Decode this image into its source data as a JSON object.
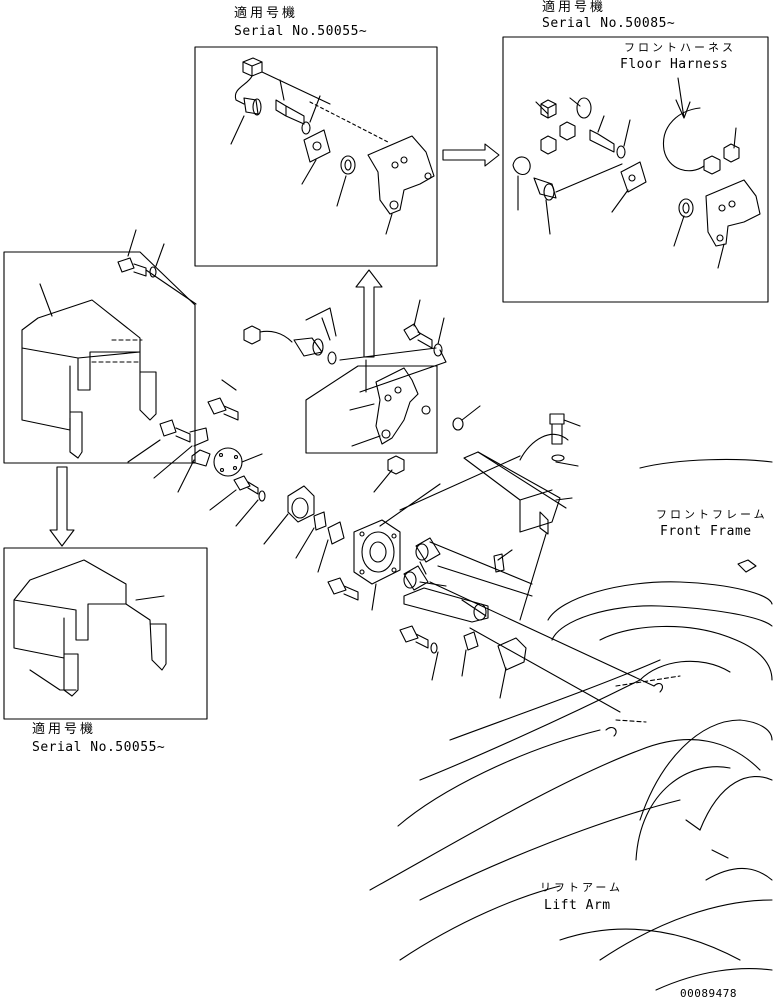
{
  "labels": {
    "top_center_serial_jp": "適用号機",
    "top_center_serial": "Serial No.50055~",
    "top_right_serial_jp": "適用号機",
    "top_right_serial": "Serial No.50085~",
    "floor_harness_jp": "フロントハーネス",
    "floor_harness": "Floor Harness",
    "front_frame_jp": "フロントフレーム",
    "front_frame": "Front Frame",
    "bottom_left_serial_jp": "適用号機",
    "bottom_left_serial": "Serial No.50055~",
    "lift_arm_jp": "リフトアーム",
    "lift_arm": "Lift Arm",
    "drawing_number": "00089478"
  },
  "colors": {
    "line": "#000000",
    "background": "#ffffff"
  }
}
